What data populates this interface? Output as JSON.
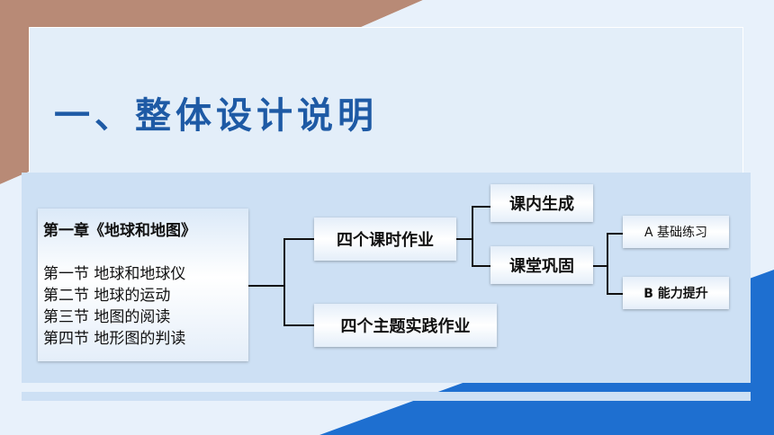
{
  "title": "一、整体设计说明",
  "chapter": {
    "title": "第一章《地球和地图》",
    "sections": [
      "第一节 地球和地球仪",
      "第二节 地球的运动",
      "第三节 地图的阅读",
      "第四节 地形图的判读"
    ]
  },
  "nodes": {
    "four_lessons": "四个课时作业",
    "four_themes": "四个主题实践作业",
    "in_class": "课内生成",
    "consolidation": "课堂巩固",
    "a_basic": "A 基础练习",
    "b_advance": "B 能力提升"
  }
}
